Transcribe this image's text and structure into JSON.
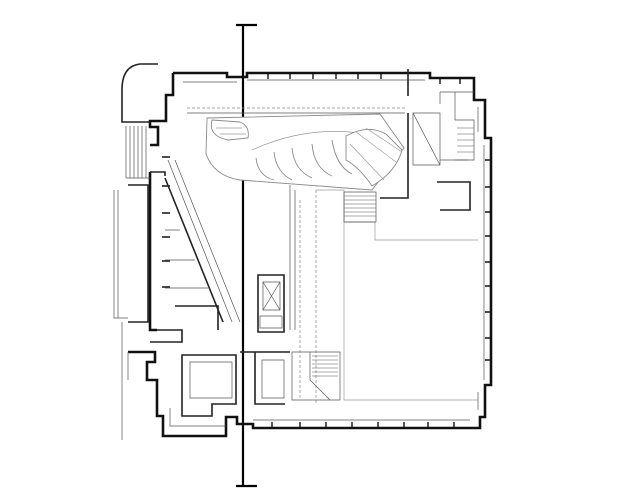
{
  "drawing": {
    "type": "architectural floor plan",
    "colors": {
      "background": "#ffffff",
      "walls": "#111111",
      "fine_lines": "#9a9a9a",
      "section_line": "#000000"
    },
    "elements": [
      "outer-wall",
      "window-ticks",
      "interior-partitions",
      "curved-ramp",
      "stairs",
      "elevator-core",
      "section-cut-line"
    ]
  }
}
